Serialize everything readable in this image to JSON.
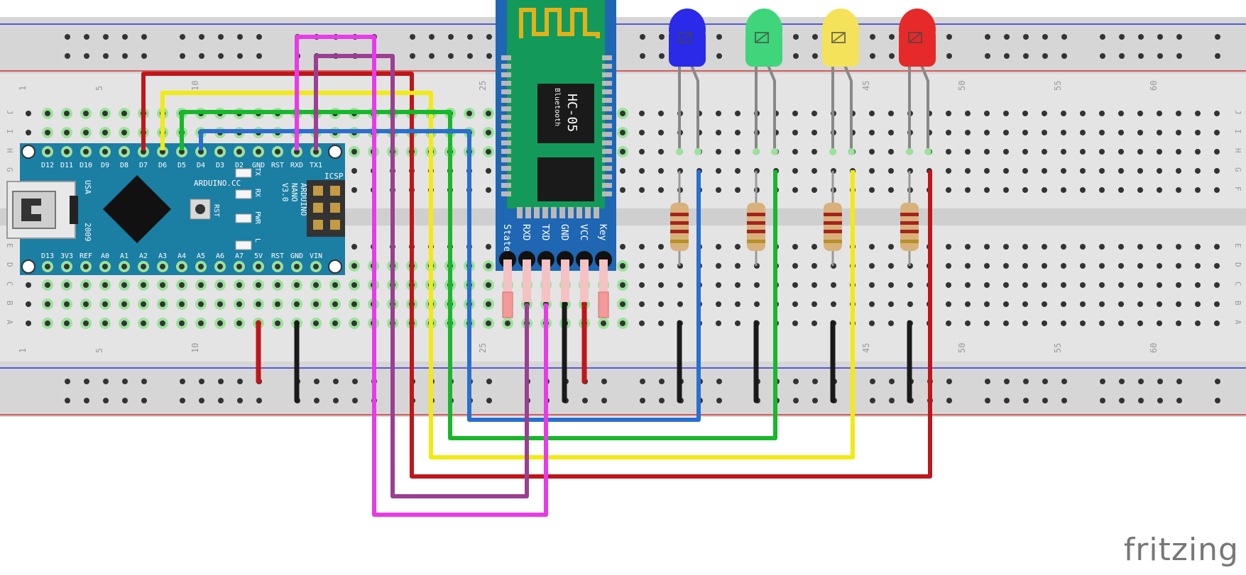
{
  "board": {
    "title": "ARDUINO.CC",
    "name_lines": [
      "ARDUINO",
      "NANO",
      "V3.0"
    ],
    "icsp": "ICSP",
    "usa": "USA",
    "year": "2009",
    "rst_button": "RST",
    "leds": [
      "TX",
      "RX",
      "PWR",
      "L"
    ],
    "top_pins": [
      "D12",
      "D11",
      "D10",
      "D9",
      "D8",
      "D7",
      "D6",
      "D5",
      "D4",
      "D3",
      "D2",
      "GND",
      "RST",
      "RXD",
      "TX1"
    ],
    "bottom_pins": [
      "D13",
      "3V3",
      "REF",
      "A0",
      "A1",
      "A2",
      "A3",
      "A4",
      "A5",
      "A6",
      "A7",
      "5V",
      "RST",
      "GND",
      "VIN"
    ],
    "color": "#1b7ea3"
  },
  "bluetooth": {
    "chip": "HC-05",
    "sub": "Bluetooth",
    "pins": [
      "State",
      "RXD",
      "TXD",
      "GND",
      "VCC",
      "Key"
    ],
    "color": "#1f66b3"
  },
  "breadboard": {
    "column_numbers_top": [
      "1",
      "5",
      "10",
      "25",
      "45",
      "50",
      "55",
      "60"
    ],
    "column_numbers_bottom": [
      "1",
      "5",
      "10",
      "25",
      "45",
      "50",
      "55",
      "60"
    ],
    "row_letters_upper": [
      "J",
      "I",
      "H",
      "G",
      "F"
    ],
    "row_letters_lower": [
      "E",
      "D",
      "C",
      "B",
      "A"
    ]
  },
  "leds": [
    {
      "color": "blue",
      "fill": "#2a2ae8"
    },
    {
      "color": "green",
      "fill": "#3fd57a"
    },
    {
      "color": "yellow",
      "fill": "#f4e35a"
    },
    {
      "color": "red",
      "fill": "#e62a2a"
    }
  ],
  "wire_colors": {
    "red": "#c0161a",
    "yellow": "#f2ea10",
    "green": "#17b82a",
    "blue": "#2a6fd0",
    "magenta": "#e93ae9",
    "purple": "#9a3f92",
    "black": "#1a1a1a",
    "pink": "#f2a3a3"
  },
  "watermark": "fritzing"
}
